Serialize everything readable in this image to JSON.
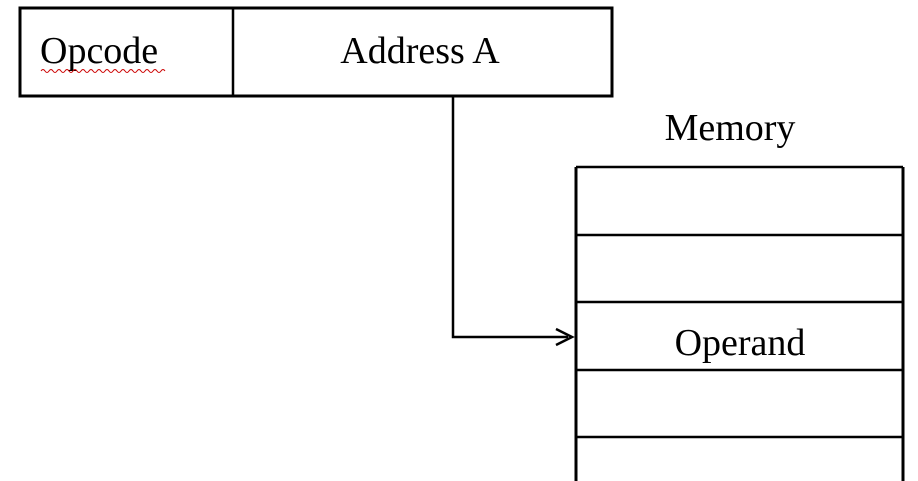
{
  "instruction": {
    "opcode_label": "Opcode",
    "address_label": "Address A"
  },
  "memory": {
    "title": "Memory",
    "cells": [
      "",
      "",
      "Operand",
      "",
      ""
    ]
  },
  "colors": {
    "stroke": "#000000",
    "background": "#ffffff",
    "spellcheck_underline": "#cc0000"
  }
}
